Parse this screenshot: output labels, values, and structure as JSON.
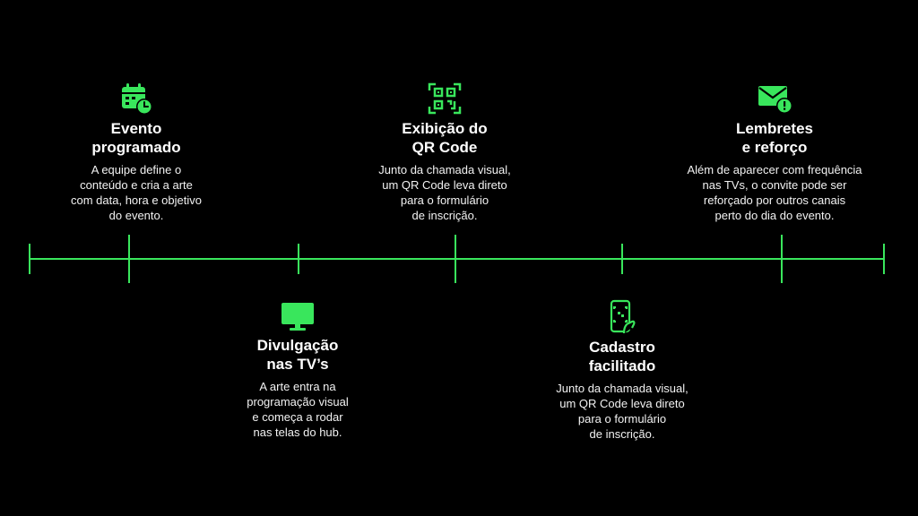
{
  "colors": {
    "accent": "#39e65c",
    "background": "#000000",
    "text": "#ffffff"
  },
  "steps": [
    {
      "icon": "calendar-clock-icon",
      "title": "Evento\nprogramado",
      "description": "A equipe define o\nconteúdo e cria a arte\ncom data, hora e objetivo\ndo evento."
    },
    {
      "icon": "tv-icon",
      "title": "Divulgação\nnas TV’s",
      "description": "A arte entra na\nprogramação visual\ne começa a rodar\nnas telas do hub."
    },
    {
      "icon": "qr-code-icon",
      "title": "Exibição do\nQR Code",
      "description": "Junto da chamada visual,\num QR Code leva direto\npara o formulário\nde inscrição."
    },
    {
      "icon": "phone-scan-icon",
      "title": "Cadastro\nfacilitado",
      "description": "Junto da chamada visual,\num QR Code leva direto\npara o formulário\nde inscrição."
    },
    {
      "icon": "mail-alert-icon",
      "title": "Lembretes\ne reforço",
      "description": "Além de aparecer com frequência\nnas TVs, o convite pode ser\nreforçado por outros canais\nperto do dia do evento."
    }
  ]
}
